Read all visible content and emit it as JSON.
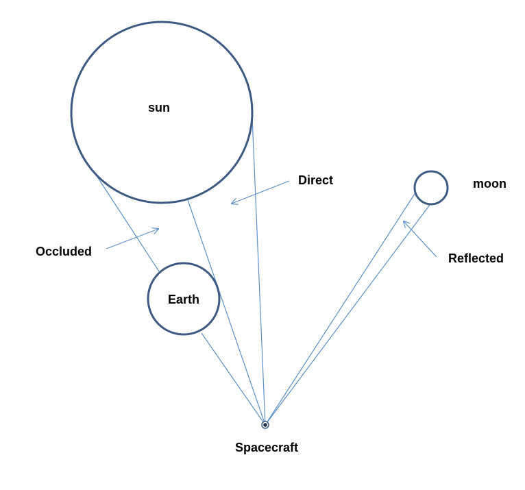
{
  "labels": {
    "sun": "sun",
    "moon": "moon",
    "earth": "Earth",
    "spacecraft": "Spacecraft",
    "direct": "Direct",
    "occluded": "Occluded",
    "reflected": "Reflected"
  },
  "colors": {
    "body_outline": "#3d5a80",
    "ray_line": "#5b8fc9",
    "spacecraft_fill": "#1f2f4a",
    "label_text": "#000000"
  }
}
